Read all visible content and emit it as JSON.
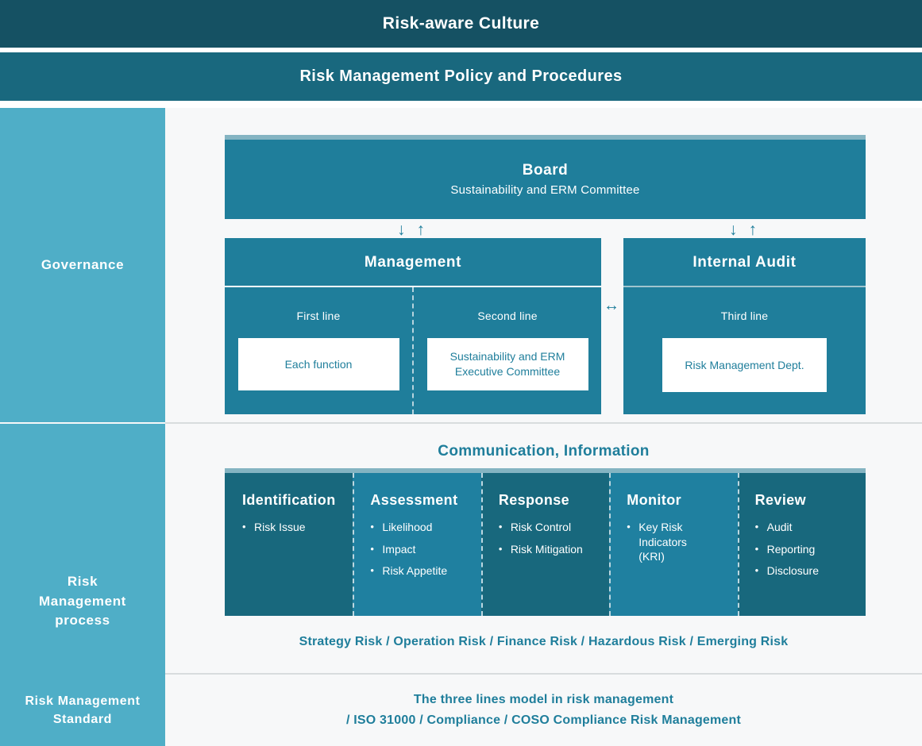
{
  "banners": {
    "culture": "Risk-aware Culture",
    "policy": "Risk Management Policy and Procedures"
  },
  "rows": {
    "governance": {
      "label": "Governance"
    },
    "process": {
      "label": "Risk\nManagement\nprocess"
    },
    "standard": {
      "label": "Risk Management\nStandard"
    }
  },
  "governance": {
    "board": {
      "title": "Board",
      "subtitle": "Sustainability and ERM Committee"
    },
    "arrow_down": "↓",
    "arrow_up": "↑",
    "bidirectional_arrow": "↔",
    "management": {
      "title": "Management",
      "lines": [
        {
          "title": "First line",
          "entity": "Each function"
        },
        {
          "title": "Second line",
          "entity": "Sustainability and ERM\nExecutive Committee"
        }
      ]
    },
    "internal_audit": {
      "title": "Internal Audit",
      "lines": [
        {
          "title": "Third line",
          "entity": "Risk Management Dept."
        }
      ]
    }
  },
  "process": {
    "communication_title": "Communication, Information",
    "columns": [
      {
        "head": "Identification",
        "items": [
          "Risk Issue"
        ],
        "tone": "dark"
      },
      {
        "head": "Assessment",
        "items": [
          "Likelihood",
          "Impact",
          "Risk Appetite"
        ],
        "tone": "light"
      },
      {
        "head": "Response",
        "items": [
          "Risk Control",
          "Risk Mitigation"
        ],
        "tone": "dark"
      },
      {
        "head": "Monitor",
        "items": [
          "Key Risk Indicators (KRI)"
        ],
        "tone": "light"
      },
      {
        "head": "Review",
        "items": [
          "Audit",
          "Reporting",
          "Disclosure"
        ],
        "tone": "dark"
      }
    ],
    "risk_types": "Strategy Risk / Operation Risk / Finance Risk / Hazardous Risk / Emerging Risk"
  },
  "standard": {
    "line1": "The three lines model in risk management",
    "line2": "/ ISO 31000 / Compliance / COSO Compliance Risk Management"
  },
  "colors": {
    "banner_dark": "#155163",
    "banner_mid": "#19687E",
    "sidebar": "#4FAEC7",
    "box": "#1F7E9B",
    "cap": "#84B4C2",
    "col_dark": "#18687D",
    "col_light": "#1F80A0",
    "text_teal": "#1F7E9B",
    "page_bg": "#F7F8F9"
  }
}
